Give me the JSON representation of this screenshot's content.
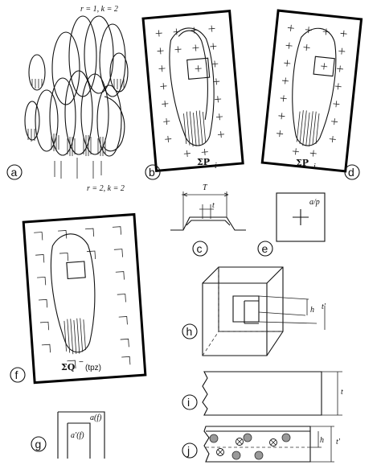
{
  "panels": {
    "a": {
      "letter": "a",
      "top_label": "r = 1, k = 2",
      "bottom_label": "r = 2, k = 2"
    },
    "b": {
      "letter": "b",
      "sum_label": "ΣP",
      "sum_sub": "i"
    },
    "c": {
      "letter": "c",
      "T_label": "T",
      "t_label": "t"
    },
    "d": {
      "letter": "d",
      "sum_label": "ΣP",
      "sum_sub": "i"
    },
    "e": {
      "letter": "e",
      "ratio_label": "a/p"
    },
    "f": {
      "letter": "f",
      "sum_label": "ΣQ",
      "sum_sup": "−",
      "sum_suffix": "(tpz)"
    },
    "g": {
      "letter": "g",
      "outer_label": "a(f)",
      "inner_label": "a′(f)"
    },
    "h": {
      "letter": "h",
      "h_label": "h",
      "tprime_label": "t′"
    },
    "i": {
      "letter": "i",
      "t_label": "t"
    },
    "j": {
      "letter": "j",
      "h_label": "h",
      "tprime_label": "t′"
    }
  }
}
